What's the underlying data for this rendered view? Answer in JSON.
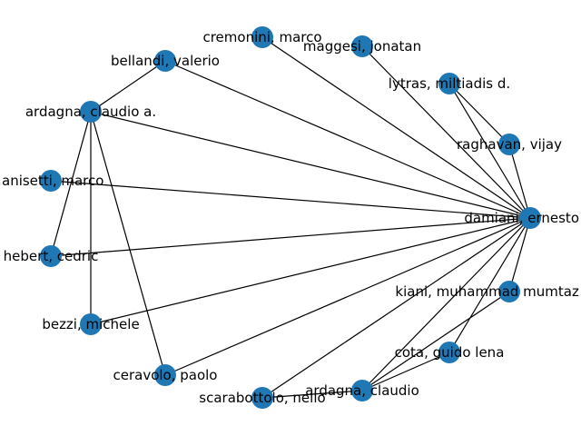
{
  "colors": {
    "node": "#1f77b4",
    "edge": "#000000",
    "label": "#000000",
    "background": "#ffffff"
  },
  "nodes": [
    {
      "id": "damiani",
      "label": "damiani, ernesto"
    },
    {
      "id": "raghavan",
      "label": "raghavan, vijay"
    },
    {
      "id": "lytras",
      "label": "lytras, miltiadis d."
    },
    {
      "id": "maggesi",
      "label": "maggesi, jonatan"
    },
    {
      "id": "cremonini",
      "label": "cremonini, marco"
    },
    {
      "id": "bellandi",
      "label": "bellandi, valerio"
    },
    {
      "id": "ardagna_ca",
      "label": "ardagna, claudio a."
    },
    {
      "id": "anisetti",
      "label": "anisetti, marco"
    },
    {
      "id": "hebert",
      "label": "hebert, cedric"
    },
    {
      "id": "bezzi",
      "label": "bezzi, michele"
    },
    {
      "id": "ceravolo",
      "label": "ceravolo, paolo"
    },
    {
      "id": "scarabottolo",
      "label": "scarabottolo, nello"
    },
    {
      "id": "ardagna_c",
      "label": "ardagna, claudio"
    },
    {
      "id": "cota",
      "label": "cota, guido lena"
    },
    {
      "id": "kiani",
      "label": "kiani, muhammad mumtaz"
    }
  ],
  "edges": [
    [
      "damiani",
      "raghavan"
    ],
    [
      "damiani",
      "lytras"
    ],
    [
      "damiani",
      "maggesi"
    ],
    [
      "damiani",
      "cremonini"
    ],
    [
      "damiani",
      "bellandi"
    ],
    [
      "damiani",
      "ardagna_ca"
    ],
    [
      "damiani",
      "anisetti"
    ],
    [
      "damiani",
      "hebert"
    ],
    [
      "damiani",
      "bezzi"
    ],
    [
      "damiani",
      "ceravolo"
    ],
    [
      "damiani",
      "scarabottolo"
    ],
    [
      "damiani",
      "ardagna_c"
    ],
    [
      "damiani",
      "cota"
    ],
    [
      "damiani",
      "kiani"
    ],
    [
      "raghavan",
      "lytras"
    ],
    [
      "ardagna_ca",
      "bellandi"
    ],
    [
      "ardagna_ca",
      "hebert"
    ],
    [
      "ardagna_ca",
      "bezzi"
    ],
    [
      "ardagna_ca",
      "ceravolo"
    ],
    [
      "ardagna_c",
      "scarabottolo"
    ],
    [
      "ardagna_c",
      "cota"
    ],
    [
      "ardagna_c",
      "kiani"
    ]
  ]
}
